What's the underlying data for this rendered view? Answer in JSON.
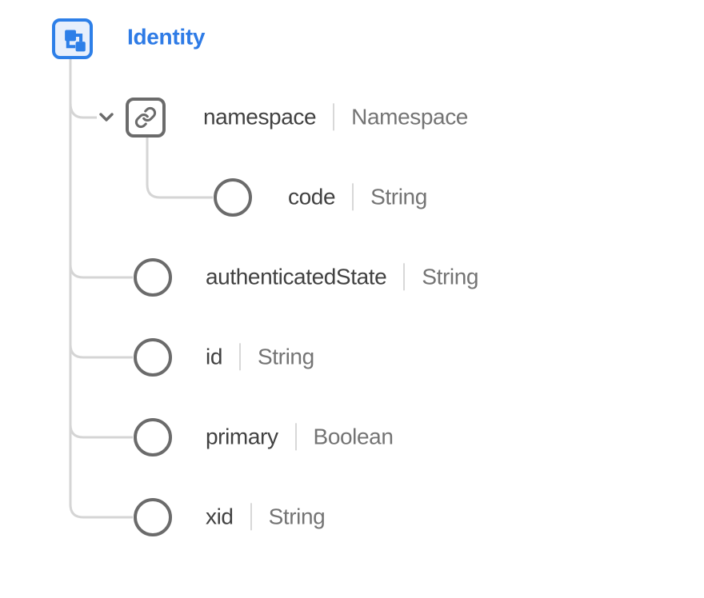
{
  "colors": {
    "accent_blue": "#2E7BE6",
    "root_icon_border": "#2D7FE8",
    "root_icon_fill": "#E7EFFC",
    "node_stroke_gray": "#6B6B6B",
    "connector_gray": "#D5D5D5",
    "field_name_text": "#414141",
    "field_type_text": "#747474",
    "divider_gray": "#D8D8D8"
  },
  "root": {
    "label": "Identity",
    "icon": "schema-icon"
  },
  "rows": {
    "namespace": {
      "name": "namespace",
      "type": "Namespace",
      "icon": "link-icon",
      "expanded": true
    },
    "code": {
      "name": "code",
      "type": "String",
      "icon": "circle-field-icon"
    },
    "fields": [
      {
        "name": "authenticatedState",
        "type": "String",
        "icon": "circle-field-icon"
      },
      {
        "name": "id",
        "type": "String",
        "icon": "circle-field-icon"
      },
      {
        "name": "primary",
        "type": "Boolean",
        "icon": "circle-field-icon"
      },
      {
        "name": "xid",
        "type": "String",
        "icon": "circle-field-icon"
      }
    ]
  }
}
